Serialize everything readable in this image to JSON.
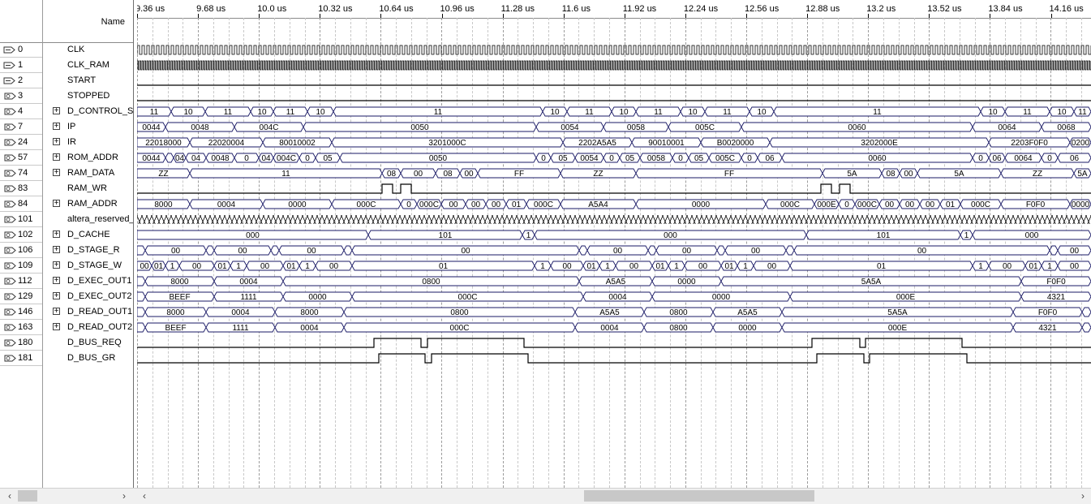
{
  "header": {
    "name_column": "Name"
  },
  "timeline": {
    "ticks": [
      "9.36 us",
      "9.68 us",
      "10.0 us",
      "10.32 us",
      "10.64 us",
      "10.96 us",
      "11.28 us",
      "11.6 us",
      "11.92 us",
      "12.24 us",
      "12.56 us",
      "12.88 us",
      "13.2 us",
      "13.52 us",
      "13.84 us",
      "14.16 us"
    ]
  },
  "signals": [
    {
      "id": "0",
      "name": "CLK",
      "kind": "clock",
      "period": 3,
      "expand": false,
      "icon": "input-pin-icon"
    },
    {
      "id": "1",
      "name": "CLK_RAM",
      "kind": "clock",
      "period": 1.5,
      "expand": false,
      "icon": "input-pin-icon"
    },
    {
      "id": "2",
      "name": "START",
      "kind": "bit",
      "expand": false,
      "icon": "input-pin-icon",
      "segs": [
        [
          0,
          1176,
          0
        ]
      ]
    },
    {
      "id": "3",
      "name": "STOPPED",
      "kind": "bit",
      "expand": false,
      "icon": "output-pin-icon",
      "segs": [
        [
          0,
          1176,
          0
        ]
      ]
    },
    {
      "id": "4",
      "name": "D_CONTROL_S",
      "kind": "bus",
      "expand": true,
      "icon": "output-pin-icon",
      "segs": [
        [
          0,
          42,
          "11"
        ],
        [
          42,
          84,
          "10"
        ],
        [
          84,
          140,
          "11"
        ],
        [
          140,
          168,
          "10"
        ],
        [
          168,
          210,
          "11"
        ],
        [
          210,
          242,
          "10"
        ],
        [
          242,
          500,
          "11"
        ],
        [
          500,
          530,
          "10"
        ],
        [
          530,
          585,
          "11"
        ],
        [
          585,
          615,
          "10"
        ],
        [
          615,
          670,
          "11"
        ],
        [
          670,
          700,
          "10"
        ],
        [
          700,
          755,
          "11"
        ],
        [
          755,
          785,
          "10"
        ],
        [
          785,
          1040,
          "11"
        ],
        [
          1040,
          1070,
          "10"
        ],
        [
          1070,
          1125,
          "11"
        ],
        [
          1125,
          1155,
          "10"
        ],
        [
          1155,
          1176,
          "11"
        ]
      ]
    },
    {
      "id": "7",
      "name": "IP",
      "kind": "bus",
      "expand": true,
      "icon": "output-pin-icon",
      "segs": [
        [
          0,
          35,
          "0044"
        ],
        [
          35,
          120,
          "0048"
        ],
        [
          120,
          205,
          "004C"
        ],
        [
          205,
          492,
          "0050"
        ],
        [
          492,
          575,
          "0054"
        ],
        [
          575,
          655,
          "0058"
        ],
        [
          655,
          745,
          "005C"
        ],
        [
          745,
          1030,
          "0060"
        ],
        [
          1030,
          1115,
          "0064"
        ],
        [
          1115,
          1176,
          "0068"
        ]
      ]
    },
    {
      "id": "24",
      "name": "IR",
      "kind": "bus",
      "expand": true,
      "icon": "output-pin-icon",
      "segs": [
        [
          0,
          65,
          "22018000"
        ],
        [
          65,
          155,
          "22020004"
        ],
        [
          155,
          240,
          "80010002"
        ],
        [
          240,
          525,
          "3201000C"
        ],
        [
          525,
          610,
          "2202A5A5"
        ],
        [
          610,
          695,
          "90010001"
        ],
        [
          695,
          780,
          "B0020000"
        ],
        [
          780,
          1050,
          "3202000E"
        ],
        [
          1050,
          1150,
          "2203F0F0"
        ],
        [
          1150,
          1176,
          "0200"
        ]
      ]
    },
    {
      "id": "57",
      "name": "ROM_ADDR",
      "kind": "bus",
      "expand": true,
      "icon": "output-pin-icon",
      "segs": [
        [
          0,
          35,
          "0044"
        ],
        [
          35,
          45,
          "0"
        ],
        [
          45,
          60,
          "04"
        ],
        [
          60,
          85,
          "04"
        ],
        [
          85,
          120,
          "0048"
        ],
        [
          120,
          150,
          "0"
        ],
        [
          150,
          168,
          "04"
        ],
        [
          168,
          200,
          "004C"
        ],
        [
          200,
          220,
          "0"
        ],
        [
          220,
          250,
          "05"
        ],
        [
          250,
          492,
          "0050"
        ],
        [
          492,
          510,
          "0"
        ],
        [
          510,
          540,
          "05"
        ],
        [
          540,
          575,
          "0054"
        ],
        [
          575,
          595,
          "0"
        ],
        [
          595,
          620,
          "05"
        ],
        [
          620,
          660,
          "0058"
        ],
        [
          660,
          680,
          "0"
        ],
        [
          680,
          705,
          "05"
        ],
        [
          705,
          745,
          "005C"
        ],
        [
          745,
          765,
          "0"
        ],
        [
          765,
          795,
          "06"
        ],
        [
          795,
          1030,
          "0060"
        ],
        [
          1030,
          1050,
          "0"
        ],
        [
          1050,
          1070,
          "06"
        ],
        [
          1070,
          1115,
          "0064"
        ],
        [
          1115,
          1135,
          "0"
        ],
        [
          1135,
          1176,
          "06"
        ]
      ]
    },
    {
      "id": "74",
      "name": "RAM_DATA",
      "kind": "bus",
      "expand": true,
      "icon": "output-pin-icon",
      "segs": [
        [
          0,
          65,
          "ZZ"
        ],
        [
          65,
          302,
          "11"
        ],
        [
          302,
          325,
          "08"
        ],
        [
          325,
          368,
          "00"
        ],
        [
          368,
          398,
          "08"
        ],
        [
          398,
          420,
          "00"
        ],
        [
          420,
          522,
          "FF"
        ],
        [
          522,
          615,
          "ZZ"
        ],
        [
          615,
          845,
          "FF"
        ],
        [
          845,
          918,
          "5A"
        ],
        [
          918,
          940,
          "08"
        ],
        [
          940,
          962,
          "00"
        ],
        [
          962,
          1065,
          "5A"
        ],
        [
          1065,
          1155,
          "ZZ"
        ],
        [
          1155,
          1176,
          "5A"
        ]
      ]
    },
    {
      "id": "83",
      "name": "RAM_WR",
      "kind": "bit",
      "expand": false,
      "icon": "output-pin-icon",
      "segs": [
        [
          0,
          302,
          0
        ],
        [
          302,
          315,
          1
        ],
        [
          315,
          325,
          0
        ],
        [
          325,
          338,
          1
        ],
        [
          338,
          843,
          0
        ],
        [
          843,
          856,
          1
        ],
        [
          856,
          866,
          0
        ],
        [
          866,
          879,
          1
        ],
        [
          879,
          1176,
          0
        ]
      ]
    },
    {
      "id": "84",
      "name": "RAM_ADDR",
      "kind": "bus",
      "expand": true,
      "icon": "output-pin-icon",
      "segs": [
        [
          0,
          65,
          "8000"
        ],
        [
          65,
          155,
          "0004"
        ],
        [
          155,
          240,
          "0000"
        ],
        [
          240,
          325,
          "000C"
        ],
        [
          325,
          345,
          "0"
        ],
        [
          345,
          375,
          "000C"
        ],
        [
          375,
          405,
          "00"
        ],
        [
          405,
          430,
          "00"
        ],
        [
          430,
          455,
          "00"
        ],
        [
          455,
          480,
          "01"
        ],
        [
          480,
          522,
          "000C"
        ],
        [
          522,
          615,
          "A5A4"
        ],
        [
          615,
          775,
          "0000"
        ],
        [
          775,
          835,
          "000C"
        ],
        [
          835,
          865,
          "000E"
        ],
        [
          865,
          885,
          "0"
        ],
        [
          885,
          915,
          "000C"
        ],
        [
          915,
          940,
          "00"
        ],
        [
          940,
          965,
          "00"
        ],
        [
          965,
          990,
          "00"
        ],
        [
          990,
          1015,
          "01"
        ],
        [
          1015,
          1065,
          "000C"
        ],
        [
          1065,
          1150,
          "F0F0"
        ],
        [
          1150,
          1176,
          "0000"
        ]
      ]
    },
    {
      "id": "101",
      "name": "altera_reserved_",
      "kind": "hatch",
      "expand": false,
      "icon": "output-pin-icon"
    },
    {
      "id": "102",
      "name": "D_CACHE",
      "kind": "bus",
      "expand": true,
      "icon": "output-pin-icon",
      "segs": [
        [
          0,
          285,
          "000"
        ],
        [
          285,
          475,
          "101"
        ],
        [
          475,
          490,
          "1"
        ],
        [
          490,
          825,
          "000"
        ],
        [
          825,
          1015,
          "101"
        ],
        [
          1015,
          1030,
          "1"
        ],
        [
          1030,
          1176,
          "000"
        ]
      ]
    },
    {
      "id": "106",
      "name": "D_STAGE_R",
      "kind": "bus",
      "expand": true,
      "icon": "output-pin-icon",
      "segs": [
        [
          0,
          10,
          "0"
        ],
        [
          10,
          85,
          "00"
        ],
        [
          85,
          95,
          "0"
        ],
        [
          95,
          165,
          "00"
        ],
        [
          165,
          175,
          "0"
        ],
        [
          175,
          255,
          "00"
        ],
        [
          255,
          265,
          "0"
        ],
        [
          265,
          545,
          "00"
        ],
        [
          545,
          555,
          "0"
        ],
        [
          555,
          630,
          "00"
        ],
        [
          630,
          640,
          "0"
        ],
        [
          640,
          715,
          "00"
        ],
        [
          715,
          725,
          "0"
        ],
        [
          725,
          800,
          "00"
        ],
        [
          800,
          810,
          "0"
        ],
        [
          810,
          1125,
          "00"
        ],
        [
          1125,
          1135,
          "0"
        ],
        [
          1135,
          1176,
          "00"
        ]
      ]
    },
    {
      "id": "109",
      "name": "D_STAGE_W",
      "kind": "bus",
      "expand": true,
      "icon": "output-pin-icon",
      "segs": [
        [
          0,
          18,
          "00"
        ],
        [
          18,
          35,
          "01"
        ],
        [
          35,
          52,
          "1"
        ],
        [
          52,
          95,
          "00"
        ],
        [
          95,
          115,
          "01"
        ],
        [
          115,
          135,
          "1"
        ],
        [
          135,
          180,
          "00"
        ],
        [
          180,
          200,
          "01"
        ],
        [
          200,
          220,
          "1"
        ],
        [
          220,
          265,
          "00"
        ],
        [
          265,
          490,
          "01"
        ],
        [
          490,
          510,
          "1"
        ],
        [
          510,
          550,
          "00"
        ],
        [
          550,
          570,
          "01"
        ],
        [
          570,
          590,
          "1"
        ],
        [
          590,
          635,
          "00"
        ],
        [
          635,
          655,
          "01"
        ],
        [
          655,
          675,
          "1"
        ],
        [
          675,
          720,
          "00"
        ],
        [
          720,
          740,
          "01"
        ],
        [
          740,
          760,
          "1"
        ],
        [
          760,
          805,
          "00"
        ],
        [
          805,
          1030,
          "01"
        ],
        [
          1030,
          1050,
          "1"
        ],
        [
          1050,
          1095,
          "00"
        ],
        [
          1095,
          1115,
          "01"
        ],
        [
          1115,
          1135,
          "1"
        ],
        [
          1135,
          1176,
          "00"
        ]
      ]
    },
    {
      "id": "112",
      "name": "D_EXEC_OUT1",
      "kind": "bus",
      "expand": true,
      "icon": "output-pin-icon",
      "segs": [
        [
          0,
          10,
          ""
        ],
        [
          10,
          95,
          "8000"
        ],
        [
          95,
          180,
          "0004"
        ],
        [
          180,
          545,
          "0800"
        ],
        [
          545,
          635,
          "A5A5"
        ],
        [
          635,
          720,
          "0000"
        ],
        [
          720,
          1090,
          "5A5A"
        ],
        [
          1090,
          1176,
          "F0F0"
        ]
      ]
    },
    {
      "id": "129",
      "name": "D_EXEC_OUT2",
      "kind": "bus",
      "expand": true,
      "icon": "output-pin-icon",
      "segs": [
        [
          0,
          10,
          ""
        ],
        [
          10,
          95,
          "BEEF"
        ],
        [
          95,
          180,
          "1111"
        ],
        [
          180,
          265,
          "0000"
        ],
        [
          265,
          550,
          "000C"
        ],
        [
          550,
          635,
          "0004"
        ],
        [
          635,
          805,
          "0000"
        ],
        [
          805,
          1090,
          "000E"
        ],
        [
          1090,
          1176,
          "4321"
        ]
      ]
    },
    {
      "id": "146",
      "name": "D_READ_OUT1",
      "kind": "bus",
      "expand": true,
      "icon": "output-pin-icon",
      "segs": [
        [
          0,
          10,
          ""
        ],
        [
          10,
          85,
          "8000"
        ],
        [
          85,
          170,
          "0004"
        ],
        [
          170,
          255,
          "8000"
        ],
        [
          255,
          540,
          "0800"
        ],
        [
          540,
          625,
          "A5A5"
        ],
        [
          625,
          710,
          "0800"
        ],
        [
          710,
          795,
          "A5A5"
        ],
        [
          795,
          1080,
          "5A5A"
        ],
        [
          1080,
          1165,
          "F0F0"
        ],
        [
          1165,
          1176,
          ""
        ]
      ]
    },
    {
      "id": "163",
      "name": "D_READ_OUT2",
      "kind": "bus",
      "expand": true,
      "icon": "output-pin-icon",
      "segs": [
        [
          0,
          10,
          ""
        ],
        [
          10,
          85,
          "BEEF"
        ],
        [
          85,
          170,
          "1111"
        ],
        [
          170,
          255,
          "0004"
        ],
        [
          255,
          540,
          "000C"
        ],
        [
          540,
          625,
          "0004"
        ],
        [
          625,
          710,
          "0800"
        ],
        [
          710,
          795,
          "0000"
        ],
        [
          795,
          1080,
          "000E"
        ],
        [
          1080,
          1165,
          "4321"
        ],
        [
          1165,
          1176,
          ""
        ]
      ]
    },
    {
      "id": "180",
      "name": "D_BUS_REQ",
      "kind": "bit",
      "expand": false,
      "icon": "output-pin-icon",
      "segs": [
        [
          0,
          292,
          0
        ],
        [
          292,
          350,
          1
        ],
        [
          350,
          358,
          0
        ],
        [
          358,
          477,
          1
        ],
        [
          477,
          832,
          0
        ],
        [
          832,
          891,
          1
        ],
        [
          891,
          898,
          0
        ],
        [
          898,
          1017,
          1
        ],
        [
          1017,
          1176,
          0
        ]
      ]
    },
    {
      "id": "181",
      "name": "D_BUS_GR",
      "kind": "bit",
      "expand": false,
      "icon": "output-pin-icon",
      "segs": [
        [
          0,
          298,
          0
        ],
        [
          298,
          355,
          1
        ],
        [
          355,
          363,
          0
        ],
        [
          363,
          482,
          1
        ],
        [
          482,
          838,
          0
        ],
        [
          838,
          896,
          1
        ],
        [
          896,
          903,
          0
        ],
        [
          903,
          1023,
          1
        ],
        [
          1023,
          1176,
          0
        ]
      ]
    }
  ],
  "scrollbar": {
    "left_arrow": "‹",
    "right_arrow": "›"
  }
}
